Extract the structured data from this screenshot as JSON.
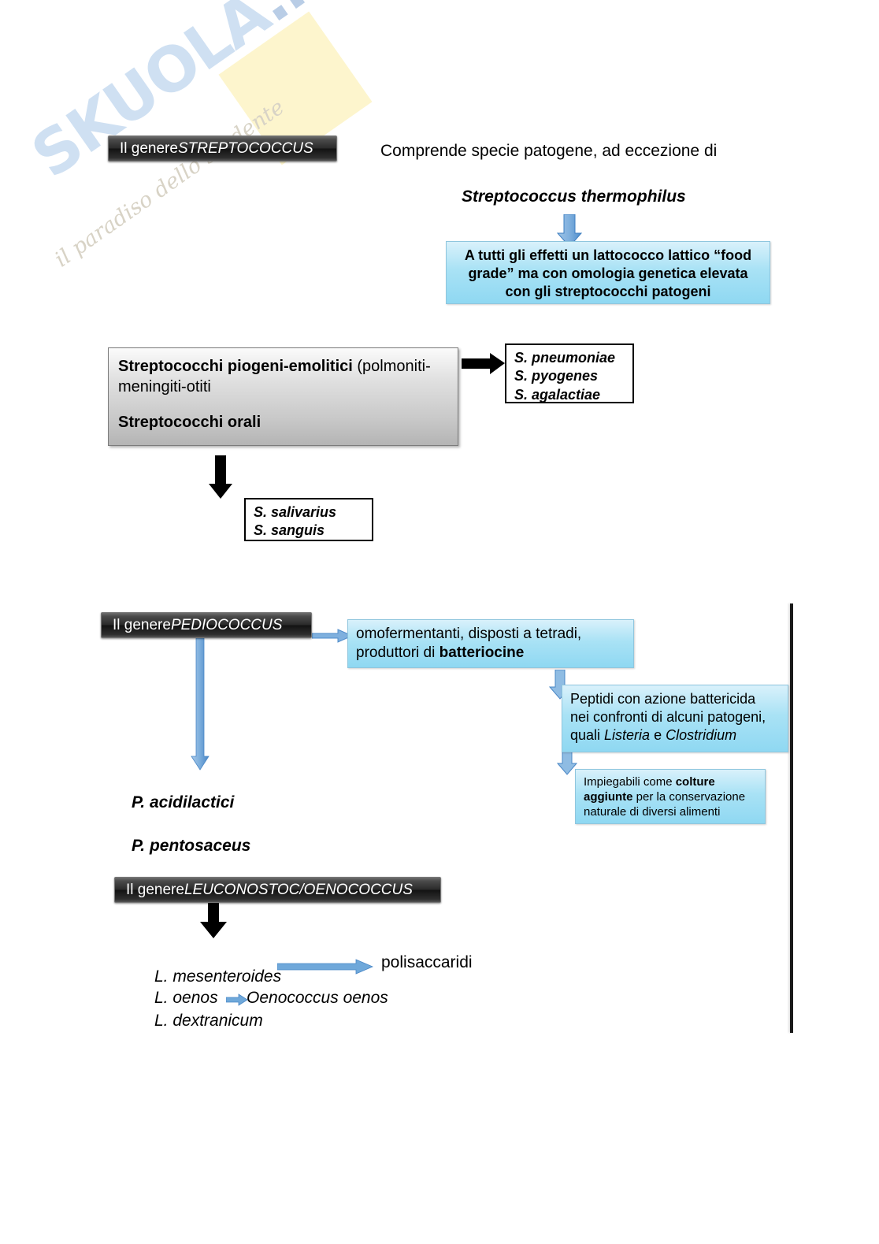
{
  "watermark": {
    "brand": "SKUOLA",
    "brand_suffix": ".net",
    "tagline": "il paradiso dello studente"
  },
  "section_streptococcus": {
    "banner_prefix": "Il genere ",
    "banner_genus": "STREPTOCOCCUS",
    "intro": "Comprende specie patogene, ad eccezione di",
    "species_exception": "Streptococcus thermophilus",
    "callout_lines": [
      "A tutti gli effetti un lattococco lattico “food",
      "grade” ma con omologia genetica elevata",
      "con gli streptococchi patogeni"
    ],
    "group_box": {
      "line1_bold": "Streptococchi piogeni-emolitici",
      "line1_rest": " (polmoniti-",
      "line2": "meningiti-otiti",
      "line3_bold": "Streptococchi orali"
    },
    "pathogen_species": [
      "S. pneumoniae",
      "S. pyogenes",
      "S. agalactiae"
    ],
    "oral_species": [
      "S. salivarius",
      "S. sanguis"
    ]
  },
  "section_pediococcus": {
    "banner_prefix": "Il genere ",
    "banner_genus": "PEDIOCOCCUS",
    "traits_pre": "omofermentanti, disposti a tetradi,",
    "traits_line2_pre": "produttori di ",
    "traits_line2_bold": "batteriocine",
    "bacteriocins": {
      "line1": "Peptidi con azione battericida",
      "line2": "nei confronti di alcuni patogeni,",
      "line3_pre": "quali ",
      "line3_italic_a": "Listeria",
      "line3_mid": " e ",
      "line3_italic_b": "Clostridium"
    },
    "usage": {
      "line1_pre": "Impiegabili come ",
      "line1_bold": "colture",
      "line2_bold": "aggiunte",
      "line2_rest": " per la conservazione",
      "line3": "naturale di diversi alimenti"
    },
    "species": [
      "P. acidilactici",
      "P. pentosaceus"
    ]
  },
  "section_leuconostoc": {
    "banner_prefix": "Il genere ",
    "banner_genus": "LEUCONOSTOC/OENOCOCCUS",
    "species": [
      "L. mesenteroides",
      "L. dextranicum"
    ],
    "species_third": "L. oenos",
    "species_third_renamed": "Oenococcus oenos",
    "product": "polisaccaridi"
  },
  "colors": {
    "banner_dark": "#1a1a1a",
    "callout_blue": "#a9e2f5",
    "arrow_blue": "#5b9bd5",
    "arrow_black": "#000000",
    "box_grey": "#c9c9c9"
  }
}
